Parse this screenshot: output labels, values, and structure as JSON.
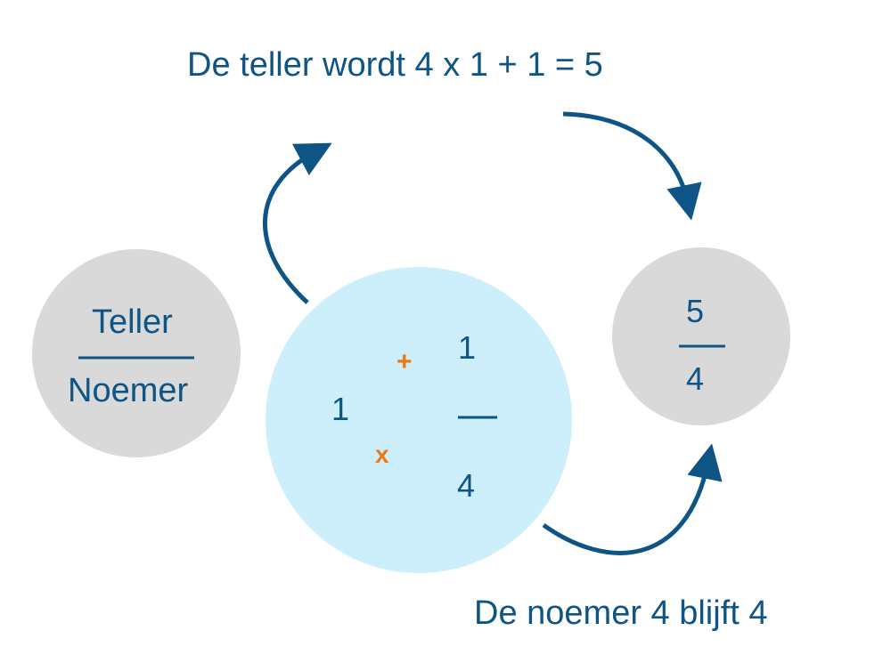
{
  "top_caption": "De teller wordt 4 x 1 + 1 = 5",
  "bottom_caption": "De noemer 4 blijft 4",
  "general_fraction": {
    "numerator": "Teller",
    "denominator": "Noemer"
  },
  "mixed_number": {
    "whole": "1",
    "numerator": "1",
    "denominator": "4",
    "plus_sign": "+",
    "times_sign": "x"
  },
  "result_fraction": {
    "numerator": "5",
    "denominator": "4"
  },
  "colors": {
    "text": "#0e5485",
    "operator": "#ec7a12",
    "grey_circle": "#d9d9d9",
    "blue_circle": "#cdeefb",
    "arrow": "#0e5485"
  }
}
